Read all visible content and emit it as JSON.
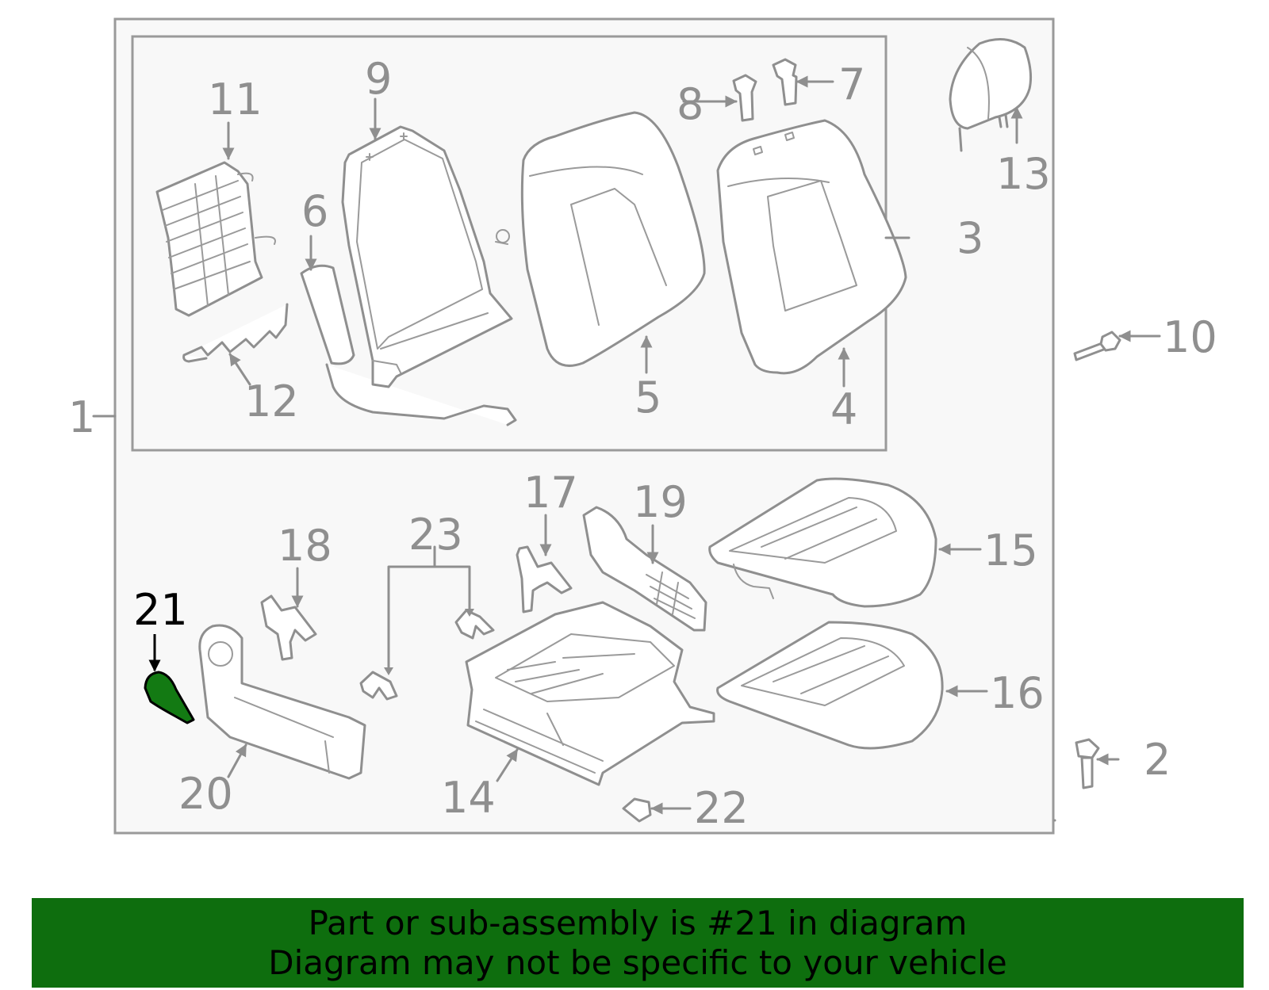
{
  "diagram": {
    "highlighted_part": "21",
    "colors": {
      "highlight": "#137a13",
      "banner": "#0e6e0e",
      "outline": "#8f8f8f"
    },
    "callouts": {
      "c1": "1",
      "c2": "2",
      "c3": "3",
      "c4": "4",
      "c5": "5",
      "c6": "6",
      "c7": "7",
      "c8": "8",
      "c9": "9",
      "c10": "10",
      "c11": "11",
      "c12": "12",
      "c13": "13",
      "c14": "14",
      "c15": "15",
      "c16": "16",
      "c17": "17",
      "c18": "18",
      "c19": "19",
      "c20": "20",
      "c21": "21",
      "c22": "22",
      "c23": "23"
    }
  },
  "banner": {
    "line1": "Part or sub-assembly is #21 in diagram",
    "line2": "Diagram may not be specific to your vehicle"
  }
}
